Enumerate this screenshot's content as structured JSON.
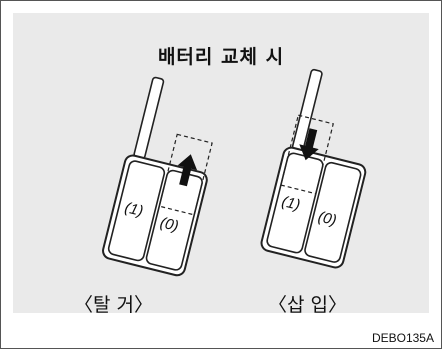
{
  "title": "배터리 교체 시",
  "removal": {
    "caption": "〈탈 거〉",
    "slot_left_label": "(1)",
    "slot_right_label": "(0)"
  },
  "insertion": {
    "caption": "〈삽 입〉",
    "slot_left_label": "(1)",
    "slot_right_label": "(0)"
  },
  "figure_code": "DEBO135A",
  "colors": {
    "background_panel": "#eaeaea",
    "line": "#222222"
  }
}
